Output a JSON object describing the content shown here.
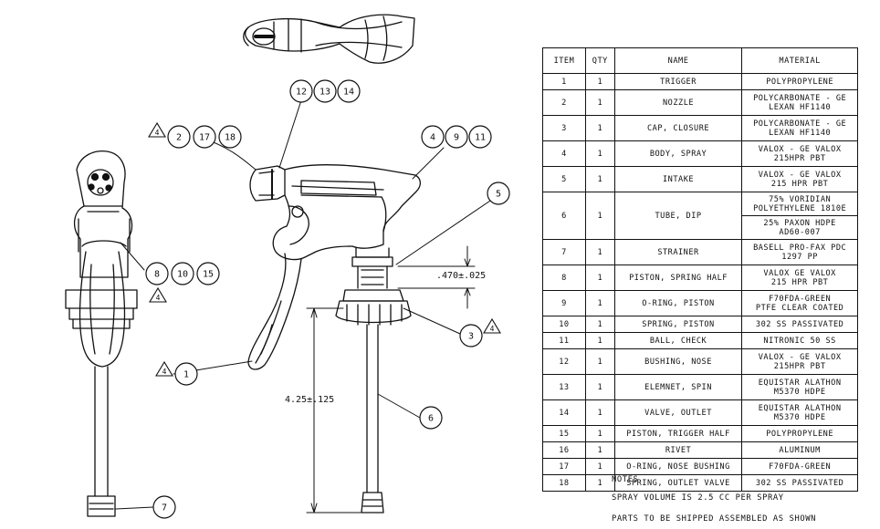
{
  "callouts": [
    "12",
    "13",
    "14",
    "2",
    "17",
    "18",
    "4",
    "9",
    "11",
    "5",
    "8",
    "10",
    "15",
    "3",
    "1",
    "6",
    "7"
  ],
  "warning_marker": "4",
  "dimensions": {
    "height": "4.25±.125",
    "gap": ".470±.025"
  },
  "table": {
    "headers": [
      "ITEM",
      "QTY",
      "NAME",
      "MATERIAL"
    ],
    "rows": [
      {
        "item": "1",
        "qty": "1",
        "name": "TRIGGER",
        "material": [
          "POLYPROPYLENE"
        ]
      },
      {
        "item": "2",
        "qty": "1",
        "name": "NOZZLE",
        "material": [
          "POLYCARBONATE - GE",
          "LEXAN HF1140"
        ]
      },
      {
        "item": "3",
        "qty": "1",
        "name": "CAP, CLOSURE",
        "material": [
          "POLYCARBONATE - GE",
          "LEXAN HF1140"
        ]
      },
      {
        "item": "4",
        "qty": "1",
        "name": "BODY, SPRAY",
        "material": [
          "VALOX - GE VALOX",
          "215HPR PBT"
        ]
      },
      {
        "item": "5",
        "qty": "1",
        "name": "INTAKE",
        "material": [
          "VALOX - GE VALOX",
          "215 HPR PBT"
        ]
      },
      {
        "item": "6",
        "qty": "1",
        "name": "TUBE, DIP",
        "material": [
          "75% VORIDIAN",
          "POLYETHYLENE 1810E"
        ],
        "material2": [
          "25% PAXON HDPE",
          "AD60-007"
        ]
      },
      {
        "item": "7",
        "qty": "1",
        "name": "STRAINER",
        "material": [
          "BASELL PRO-FAX PDC",
          "1297 PP"
        ]
      },
      {
        "item": "8",
        "qty": "1",
        "name": "PISTON, SPRING HALF",
        "material": [
          "VALOX GE VALOX",
          "215 HPR PBT"
        ]
      },
      {
        "item": "9",
        "qty": "1",
        "name": "O-RING, PISTON",
        "material": [
          "F70FDA-GREEN",
          "PTFE CLEAR COATED"
        ]
      },
      {
        "item": "10",
        "qty": "1",
        "name": "SPRING, PISTON",
        "material": [
          "302 SS PASSIVATED"
        ]
      },
      {
        "item": "11",
        "qty": "1",
        "name": "BALL, CHECK",
        "material": [
          "NITRONIC 50 SS"
        ]
      },
      {
        "item": "12",
        "qty": "1",
        "name": "BUSHING, NOSE",
        "material": [
          "VALOX - GE VALOX",
          "215HPR PBT"
        ]
      },
      {
        "item": "13",
        "qty": "1",
        "name": "ELEMNET, SPIN",
        "material": [
          "EQUISTAR ALATHON",
          "M5370 HDPE"
        ]
      },
      {
        "item": "14",
        "qty": "1",
        "name": "VALVE, OUTLET",
        "material": [
          "EQUISTAR ALATHON",
          "M5370 HDPE"
        ]
      },
      {
        "item": "15",
        "qty": "1",
        "name": "PISTON, TRIGGER HALF",
        "material": [
          "POLYPROPYLENE"
        ]
      },
      {
        "item": "16",
        "qty": "1",
        "name": "RIVET",
        "material": [
          "ALUMINUM"
        ]
      },
      {
        "item": "17",
        "qty": "1",
        "name": "O-RING, NOSE BUSHING",
        "material": [
          "F70FDA-GREEN"
        ]
      },
      {
        "item": "18",
        "qty": "1",
        "name": "SPRING, OUTLET VALVE",
        "material": [
          "302 SS PASSIVATED"
        ]
      }
    ]
  },
  "notes": [
    "NOTES",
    "SPRAY VOLUME IS 2.5 CC PER SPRAY",
    "PARTS TO BE SHIPPED ASSEMBLED AS SHOWN"
  ]
}
